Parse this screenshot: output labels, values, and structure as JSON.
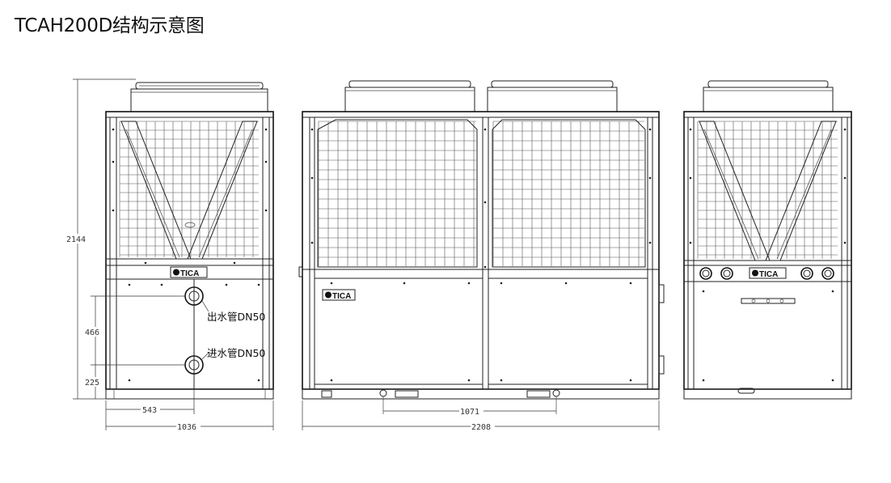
{
  "title": "TCAH200D结构示意图",
  "brand": "TICA",
  "labels": {
    "outlet": "出水管DN50",
    "inlet": "进水管DN50"
  },
  "dimensions": {
    "height_total": "2144",
    "outlet_height": "466",
    "inlet_height": "225",
    "pipe_offset": "543",
    "width_side": "1036",
    "foot_spacing": "1071",
    "length_front": "2208"
  }
}
